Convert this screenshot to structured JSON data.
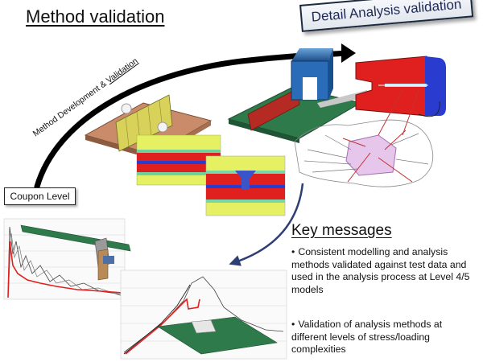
{
  "title": "Method validation",
  "detail_label": "Detail Analysis validation",
  "arc_label": {
    "part1": "Method Development & ",
    "part2": "Validation"
  },
  "coupon_label": "Coupon Level",
  "key_messages": {
    "heading": "Key messages",
    "bullets": [
      "Consistent modelling  and analysis methods validated against test data and used in the analysis process at Level 4/5 models",
      "Validation of analysis methods at different levels of stress/loading complexities"
    ]
  },
  "colors": {
    "arc": "#000000",
    "curved_arrow": "#2e3f73",
    "fe_red": "#e0201e",
    "fe_blue": "#2a3ccf",
    "fe_green": "#2f7a4a",
    "plate_copper": "#c98b6a",
    "contour_yellow": "#e6f063"
  }
}
